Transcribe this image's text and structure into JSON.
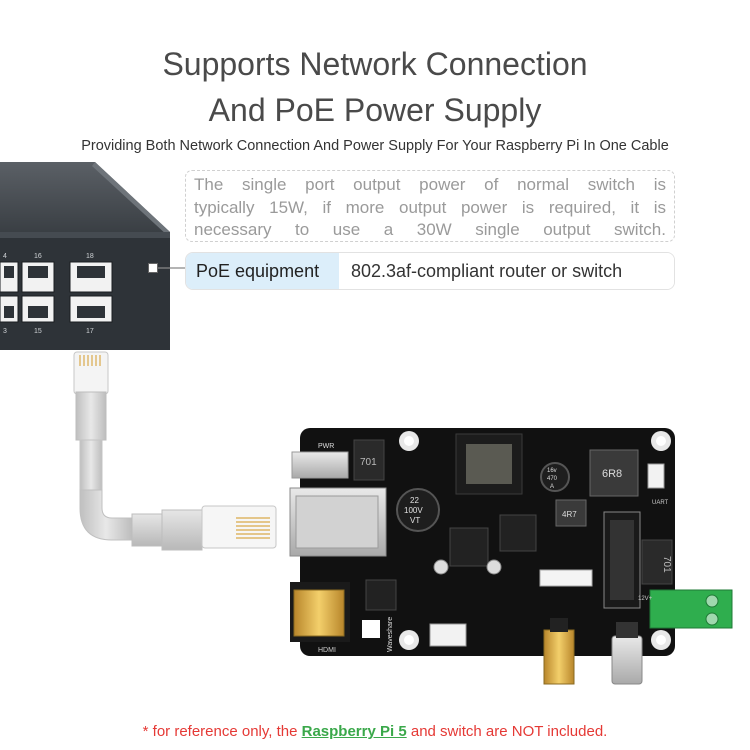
{
  "heading": {
    "line1": "Supports Network Connection",
    "line2": "And PoE Power Supply",
    "subtitle": "Providing Both Network Connection And Power Supply For Your Raspberry Pi In One Cable"
  },
  "note": {
    "line1": "The single port output power of normal switch is",
    "line2": "typically 15W, if more output power is required, it is",
    "line3": "necessary to use a 30W single output switch."
  },
  "poe": {
    "label": "PoE equipment",
    "value": "802.3af-compliant router or switch"
  },
  "switch": {
    "port_labels": [
      "4",
      "16",
      "18",
      "3",
      "15",
      "17"
    ]
  },
  "board": {
    "pwr_label": "PWR",
    "capacitor_big": [
      "22",
      "100V",
      "VT"
    ],
    "capacitor_small": [
      "16v",
      "470",
      "A"
    ],
    "chip_701_top": "701",
    "chip_701_side": "701",
    "inductor_top": "6R8",
    "inductor_small": "4R7",
    "uart_label": "UART",
    "terminal_label": "12V+",
    "hdmi_label": "HDMI",
    "brand": "Waveshare"
  },
  "footer": {
    "prefix": "* for reference only, the ",
    "link": "Raspberry Pi 5",
    "suffix": " and switch are NOT included."
  },
  "colors": {
    "title": "#4a4a4a",
    "poe_label_bg": "#dceefa",
    "footer_red": "#e53935",
    "footer_green": "#3aa84a",
    "pcb": "#111111",
    "switch_body": "#2e3338",
    "terminal_green": "#2fae4e",
    "cable": "#d9d9d9"
  }
}
